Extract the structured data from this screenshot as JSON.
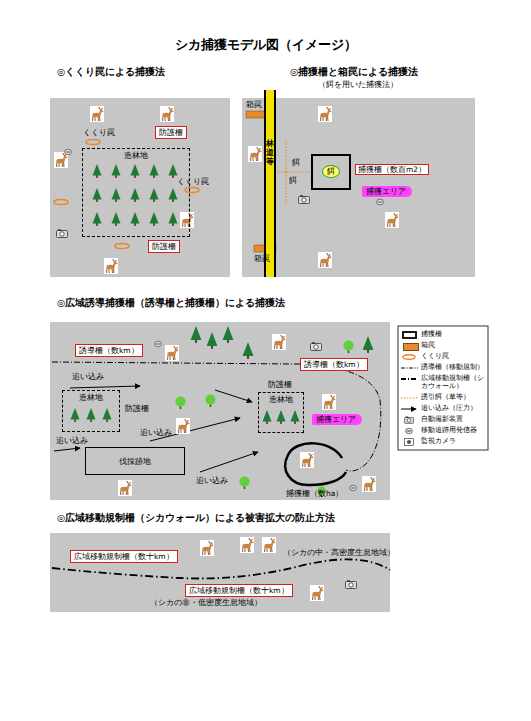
{
  "diagram": {
    "title": "シカ捕獲モデル図（イメージ）",
    "nodes": [
      {
        "text": [
          "造林地"
        ]
      },
      {
        "text": [
          "防護柵"
        ]
      },
      {
        "text": [
          "防護柵"
        ]
      },
      {
        "text": [
          "林道等"
        ]
      },
      {
        "text": [
          "捕獲柵（数百m2）"
        ]
      },
      {
        "text": [
          "餌"
        ],
        "in": 4
      },
      {
        "text": [
          "捕獲エリア"
        ]
      },
      {
        "text": [
          "誘導柵（数km）"
        ]
      },
      {
        "text": [
          "誘導柵（数km）"
        ]
      },
      {
        "text": [
          "造林地"
        ]
      },
      {
        "text": [
          "造林地"
        ]
      },
      {
        "text": [
          "伐採跡地"
        ]
      },
      {
        "text": [
          "捕獲エリア"
        ]
      },
      {
        "text": [
          "広域移動規制柵（数十km）"
        ]
      },
      {
        "text": [
          "広域移動規制柵（数十km）"
        ]
      }
    ],
    "labels": [
      "◎くくり罠による捕獲法",
      "◎捕獲柵と箱罠による捕獲法",
      "（餌を用いた捕獲法）",
      "くくり罠",
      "くくり罠",
      "箱罠",
      "箱罠",
      "餌",
      "餌",
      "◎広域誘導捕獲柵（誘導柵と捕獲柵）による捕獲法",
      "追い込み",
      "追い込み",
      "追い込み",
      "追い込み",
      "防護柵",
      "防護柵",
      "捕獲柵（数ha）",
      "◎広域移動規制柵（シカウォール）による被害拡大の防止方法",
      "（シカの中・高密度生息地域）",
      "（シカの非・低密度生息地域）"
    ],
    "legend": [
      {
        "text": "捕獲柵"
      },
      {
        "text": "箱罠",
        "color": "#e8892c"
      },
      {
        "text": "くくり罠"
      },
      {
        "text": "誘導柵（移動規制）"
      },
      {
        "text": "広域移動規制柵（シカウォール）"
      },
      {
        "text": "誘引餌（草等）"
      },
      {
        "text": "追い込み（圧力）"
      },
      {
        "text": "自動撮影装置"
      },
      {
        "text": "移動追跡用発信器"
      },
      {
        "text": "監視カメラ"
      }
    ]
  }
}
